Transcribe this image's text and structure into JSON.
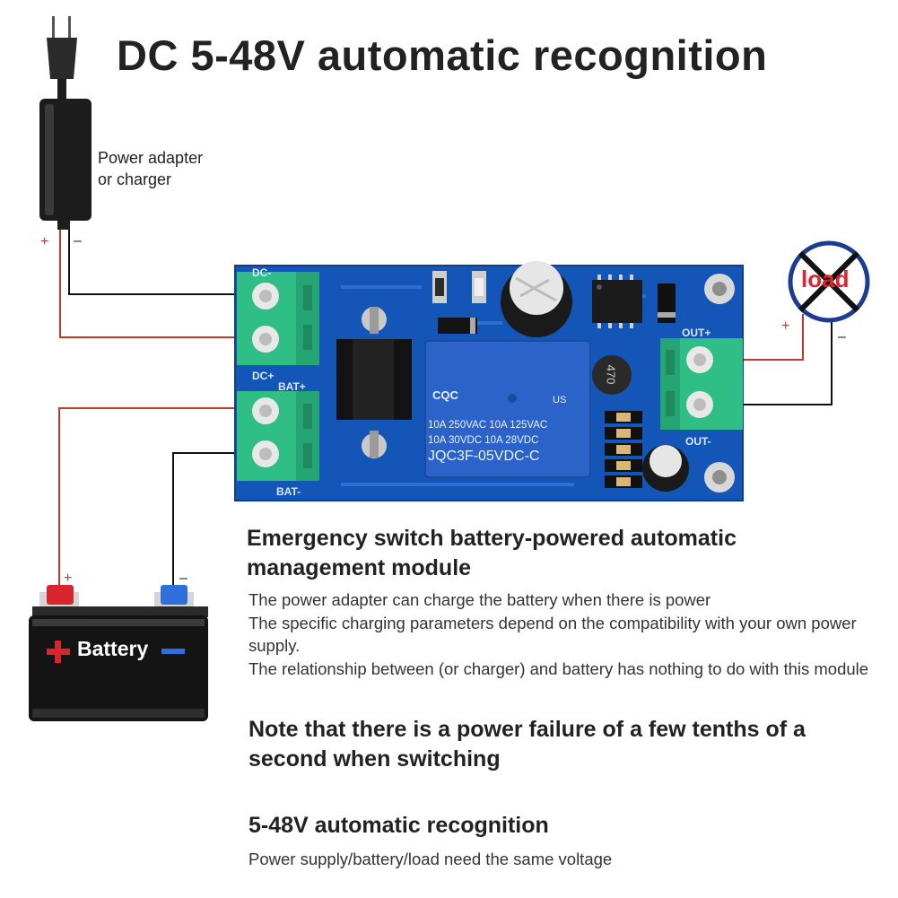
{
  "title": "DC 5-48V automatic recognition",
  "adapter": {
    "label_line1": "Power adapter",
    "label_line2": "or charger",
    "pos": "+",
    "neg": "–"
  },
  "board": {
    "dc_minus": "DC-",
    "dc_plus": "DC+",
    "bat_plus": "BAT+",
    "bat_minus": "BAT-",
    "out_plus": "OUT+",
    "out_minus": "OUT-",
    "inductor": "470",
    "relay": {
      "brand": "CQC",
      "ul": "US",
      "line1": "10A 250VAC 10A 125VAC",
      "line2": "10A  30VDC 10A  28VDC",
      "model": "JQC3F-05VDC-C"
    }
  },
  "load": {
    "label": "load",
    "pos": "+",
    "neg": "–"
  },
  "battery": {
    "label": "Battery",
    "pos": "+",
    "neg": "–"
  },
  "description": {
    "heading": "Emergency switch battery-powered automatic management module",
    "lines": [
      "The power adapter can charge the battery when there is power",
      "The specific charging parameters depend on the compatibility with your own power supply.",
      "The relationship between (or charger) and battery has nothing to do with this module"
    ],
    "note": "Note that there is a power failure of a few tenths of a second when switching",
    "subheading": "5-48V automatic recognition",
    "subtext": "Power supply/battery/load need the same voltage"
  },
  "colors": {
    "pcb": "#1456b8",
    "terminal": "#2fbf86",
    "relay": "#2b63c9",
    "wire_pos": "#c0392b",
    "wire_neg": "#111111",
    "battery_body": "#141414"
  }
}
